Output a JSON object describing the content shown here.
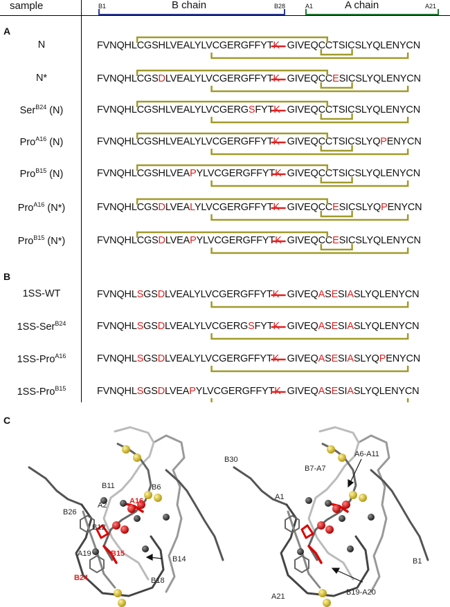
{
  "header": {
    "sample": "sample",
    "b_chain": {
      "label": "B chain",
      "start": "B1",
      "end": "B28"
    },
    "a_chain": {
      "label": "A chain",
      "start": "A1",
      "end": "A21"
    }
  },
  "colors": {
    "bridge": "#a09a2a",
    "mutation": "#e02020",
    "b_chain": "#2b3990",
    "a_chain": "#1e7a32"
  },
  "panels": {
    "a": "A",
    "b": "B",
    "c": "C"
  },
  "panel_a_rows": [
    {
      "label": "N",
      "b_seq": "FVNQHLCGSHLVEALYLVCGERGFFYT",
      "link_res": "K",
      "a_seq": "GIVEQCCTSICSLYQLENYCN"
    },
    {
      "label": "N*",
      "b_seq": "FVNQHLCGSDLVEALYLVCGERGFFYT",
      "link_res": "K",
      "a_seq": "GIVEQCCESICSLYQLENYCN"
    },
    {
      "label": "Ser",
      "sup": "B24",
      "suffix": " (N)",
      "b_seq": "FVNQHLCGSHLVEALYLVCGERGSFYT",
      "link_res": "K",
      "a_seq": "GIVEQCCTSICSLYQLENYCN"
    },
    {
      "label": "Pro",
      "sup": "A16",
      "suffix": " (N)",
      "b_seq": "FVNQHLCGSHLVEALYLVCGERGFFYT",
      "link_res": "K",
      "a_seq": "GIVEQCCTSICSLYQPENYCN"
    },
    {
      "label": "Pro",
      "sup": "B15",
      "suffix": " (N)",
      "b_seq": "FVNQHLCGSHLVEAPYLVCGERGFFYT",
      "link_res": "K",
      "a_seq": "GIVEQCCTSICSLYQLENYCN"
    },
    {
      "label": "Pro",
      "sup": "A16",
      "suffix": " (N*)",
      "b_seq": "FVNQHLCGSDLVEALYLVCGERGFFYT",
      "link_res": "K",
      "a_seq": "GIVEQCCESICSLYQPENYCN"
    },
    {
      "label": "Pro",
      "sup": "B15",
      "suffix": " (N*)",
      "b_seq": "FVNQHLCGSDLVEAPYLVCGERGFFYT",
      "link_res": "K",
      "a_seq": "GIVEQCCESICSLYQLENYCN"
    }
  ],
  "panel_b_rows": [
    {
      "label": "1SS-WT",
      "b_seq": "FVNQHLSGSDLVEALYLVCGERGFFYT",
      "link_res": "K",
      "a_seq": "GIVEQASESIASLYQLENYCN"
    },
    {
      "label": "1SS-Ser",
      "sup": "B24",
      "b_seq": "FVNQHLSGSDLVEALYLVCGERGSFYT",
      "link_res": "K",
      "a_seq": "GIVEQASESIASLYQLENYCN"
    },
    {
      "label": "1SS-Pro",
      "sup": "A16",
      "b_seq": "FVNQHLSGSDLVEALYLVCGERGFFYT",
      "link_res": "K",
      "a_seq": "GIVEQASESIASLYQPENYCN"
    },
    {
      "label": "1SS-Pro",
      "sup": "B15",
      "b_seq": "FVNQHLSGSDLVEAPYLVCGERGFFYT",
      "link_res": "K",
      "a_seq": "GIVEQASESIASLYQLENYCN"
    }
  ],
  "structure_left_labels": {
    "b11": "B11",
    "b6": "B6",
    "b26": "B26",
    "a2": "A2",
    "a16": "A16",
    "b12": "B12",
    "b14": "B14",
    "a19": "A19",
    "b15": "B15",
    "b24": "B24",
    "b18": "B18"
  },
  "structure_right_labels": {
    "b7a7": "B7-A7",
    "a6a11": "A6-A11",
    "b30": "B30",
    "a1": "A1",
    "b1": "B1",
    "a21": "A21",
    "b19a20": "B19-A20"
  }
}
